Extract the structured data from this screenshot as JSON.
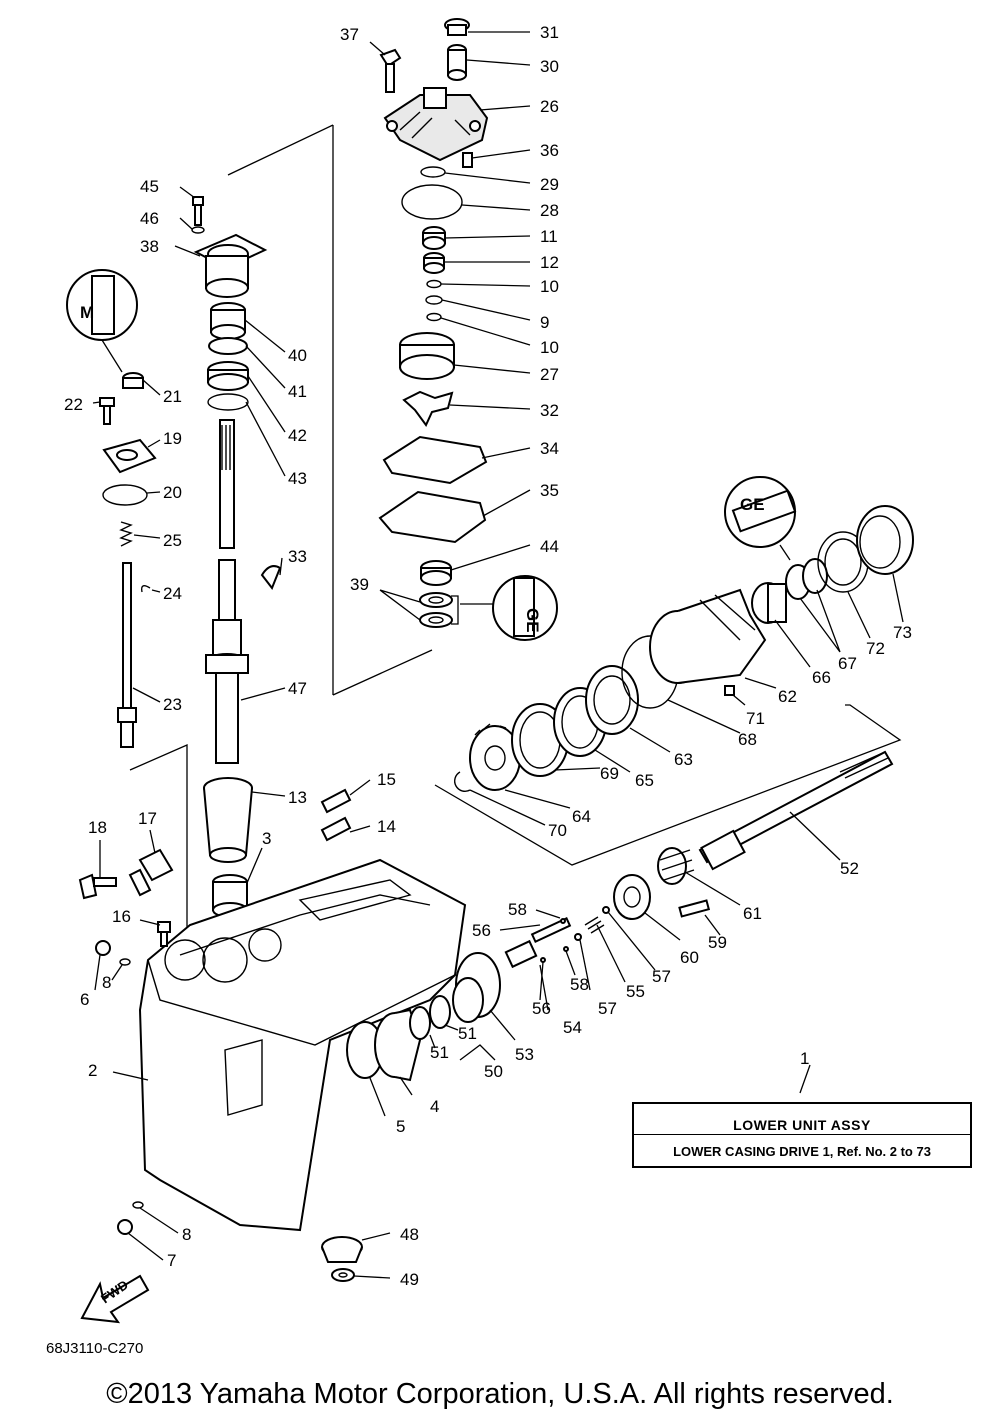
{
  "assembly": {
    "ref_number": "1",
    "title": "LOWER UNIT ASSY",
    "description": "LOWER CASING DRIVE 1,  Ref. No. 2 to 73"
  },
  "drawing_code": "68J3110-C270",
  "copyright": "©2013 Yamaha Motor Corporation, U.S.A. All rights reserved.",
  "fwd_label": "FWD",
  "callouts": [
    "31",
    "30",
    "37",
    "26",
    "36",
    "29",
    "28",
    "11",
    "12",
    "10",
    "9",
    "10",
    "27",
    "32",
    "34",
    "35",
    "44",
    "39",
    "45",
    "46",
    "38",
    "40",
    "41",
    "42",
    "43",
    "33",
    "47",
    "21",
    "22",
    "19",
    "20",
    "25",
    "24",
    "23",
    "15",
    "13",
    "14",
    "3",
    "18",
    "17",
    "16",
    "6",
    "8",
    "2",
    "8",
    "7",
    "48",
    "49",
    "58",
    "56",
    "56",
    "58",
    "57",
    "57",
    "55",
    "54",
    "53",
    "51",
    "51",
    "50",
    "4",
    "5",
    "60",
    "59",
    "61",
    "52",
    "70",
    "64",
    "69",
    "65",
    "63",
    "68",
    "71",
    "62",
    "66",
    "67",
    "72",
    "73",
    "1"
  ],
  "icons": [
    "grease-icon",
    "oil-seal-icon",
    "oil-seal-icon"
  ]
}
